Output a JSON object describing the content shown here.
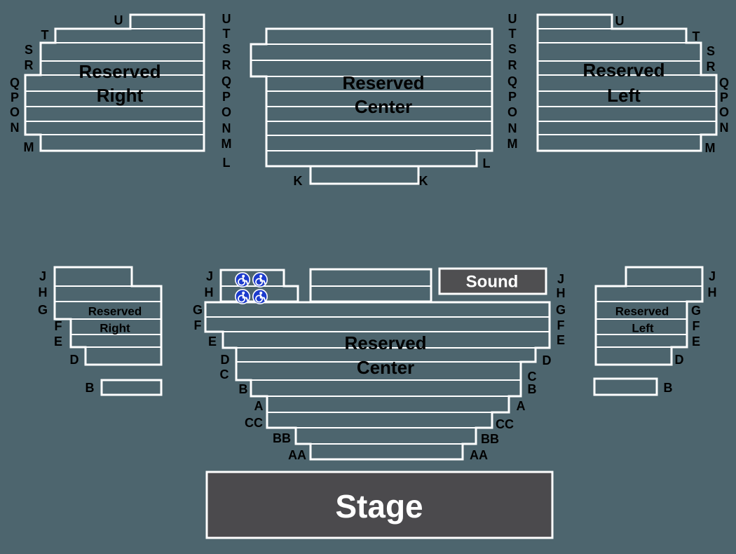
{
  "colors": {
    "background": "#4d656e",
    "line": "#ffffff",
    "label": "#000000",
    "booth_fill": "#4f4f51",
    "stage_fill": "#4b4a4d",
    "wheelchair_blue": "#1c3bcd"
  },
  "sections": {
    "rear_right": {
      "title": [
        "Reserved",
        "Right"
      ],
      "row_labels": [
        "U",
        "T",
        "S",
        "R",
        "Q",
        "P",
        "O",
        "N",
        "M"
      ]
    },
    "rear_center": {
      "title": [
        "Reserved",
        "Center"
      ],
      "left_row_labels": [
        "U",
        "T",
        "S",
        "R",
        "Q",
        "P",
        "O",
        "N",
        "M",
        "L"
      ],
      "right_row_labels": [
        "U",
        "T",
        "S",
        "R",
        "Q",
        "P",
        "O",
        "N",
        "M"
      ],
      "row_l": "L",
      "row_k_left": "K",
      "row_k_right": "K"
    },
    "rear_left": {
      "title": [
        "Reserved",
        "Left"
      ],
      "row_labels": [
        "U",
        "T",
        "S",
        "R",
        "Q",
        "P",
        "O",
        "N",
        "M"
      ]
    },
    "front_right": {
      "title": [
        "Reserved",
        "Right"
      ],
      "row_labels": [
        "J",
        "H",
        "G",
        "F",
        "E",
        "D",
        "B"
      ]
    },
    "front_center": {
      "title": [
        "Reserved",
        "Center"
      ],
      "left_row_labels": [
        "J",
        "H",
        "G",
        "F",
        "E",
        "D",
        "C",
        "B",
        "A",
        "CC",
        "BB",
        "AA"
      ],
      "right_row_labels": [
        "J",
        "H",
        "G",
        "F",
        "E",
        "D",
        "C",
        "B",
        "A",
        "CC",
        "BB",
        "AA"
      ]
    },
    "front_left": {
      "title": [
        "Reserved",
        "Left"
      ],
      "row_labels": [
        "J",
        "H",
        "G",
        "F",
        "E",
        "D",
        "B"
      ]
    }
  },
  "sound_booth": {
    "label": "Sound"
  },
  "stage": {
    "label": "Stage"
  }
}
